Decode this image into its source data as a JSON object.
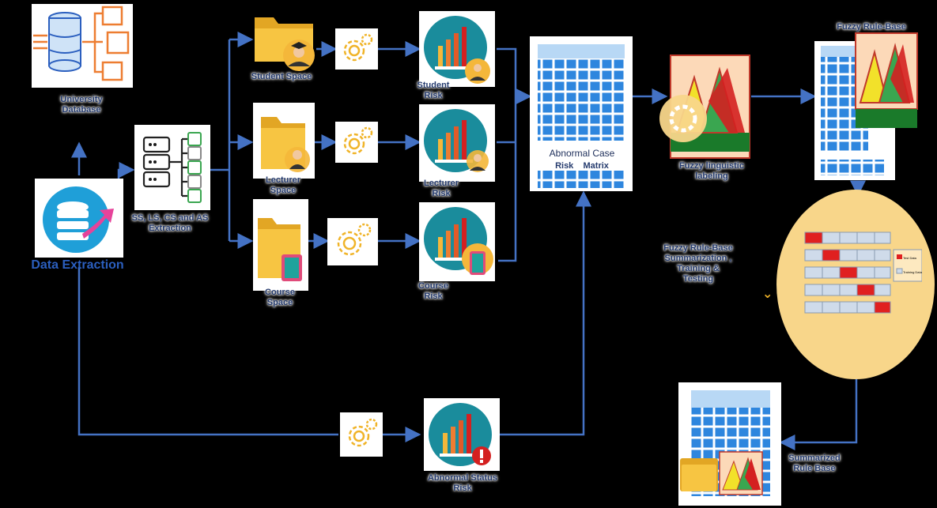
{
  "labels": {
    "university_db": "University\nDatabase",
    "data_extraction": "Data Extraction",
    "extraction": "SS, LS, CS and AS\nExtraction",
    "student_space": "Student Space",
    "lecturer_space": "Lecturer\nSpace",
    "course_space": "Course\nSpace",
    "student_risk": "Student\nRisk",
    "lecturer_risk": "Lecturer\nRisk",
    "course_risk": "Course\nRisk",
    "abnormal_status_risk": "Abnormal Status\nRisk",
    "abnormal_case_matrix_1": "Abnormal Case",
    "abnormal_case_matrix_2": "Risk    Matrix",
    "fuzzy_linguistic": "Fuzzy  linguistic\nlabeling",
    "fuzzy_rule_base": "Fuzzy Rule-Base",
    "summarization": "Fuzzy Rule-Base\nSummarization ,\nTraining &\nTesting",
    "summarized_rule_base": "Summarized\nRule Base",
    "legend_test": "Test Data",
    "legend_train": "Training Data"
  },
  "icons": [
    "database-schema-icon",
    "database-export-icon",
    "database-tree-icon",
    "folder-graduate-icon",
    "folder-lecturer-icon",
    "folder-books-icon",
    "gear-icon",
    "risk-chart-icon",
    "matrix-table-icon",
    "fuzzy-triangle-icon",
    "warning-icon"
  ],
  "colors": {
    "arrow": "#4472c4",
    "label": "#253b6e",
    "teal": "#1a8c9c",
    "gold": "#f4b73a",
    "orange": "#ed7d31",
    "red": "#e02020",
    "grid": "#2e86de",
    "summary_circle": "#f8d68a"
  }
}
